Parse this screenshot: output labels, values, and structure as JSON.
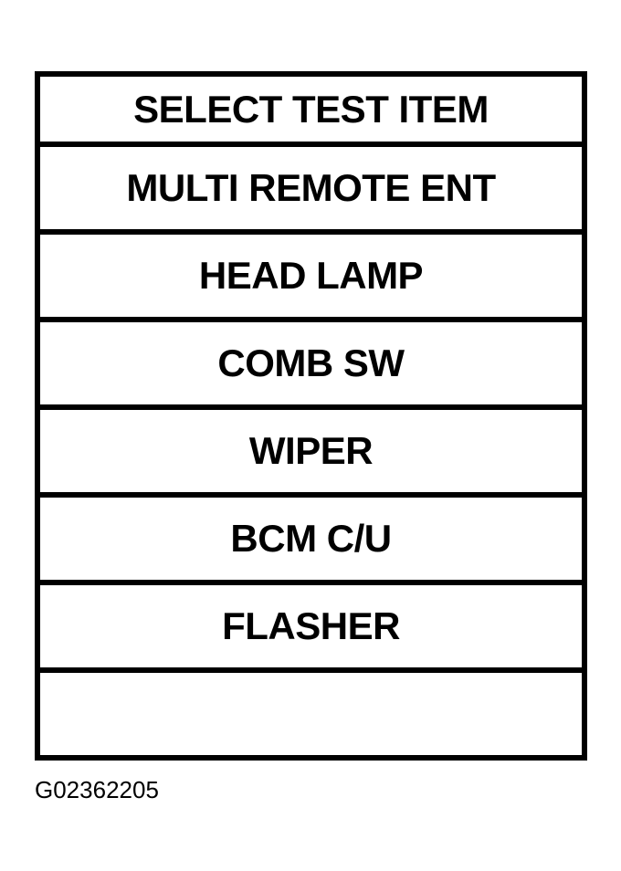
{
  "menu": {
    "header": "SELECT TEST ITEM",
    "items": [
      {
        "label": "MULTI REMOTE ENT"
      },
      {
        "label": "HEAD LAMP"
      },
      {
        "label": "COMB SW"
      },
      {
        "label": "WIPER"
      },
      {
        "label": "BCM C/U"
      },
      {
        "label": "FLASHER"
      },
      {
        "label": ""
      }
    ]
  },
  "caption": "G02362205",
  "colors": {
    "foreground": "#000000",
    "background": "#ffffff"
  }
}
